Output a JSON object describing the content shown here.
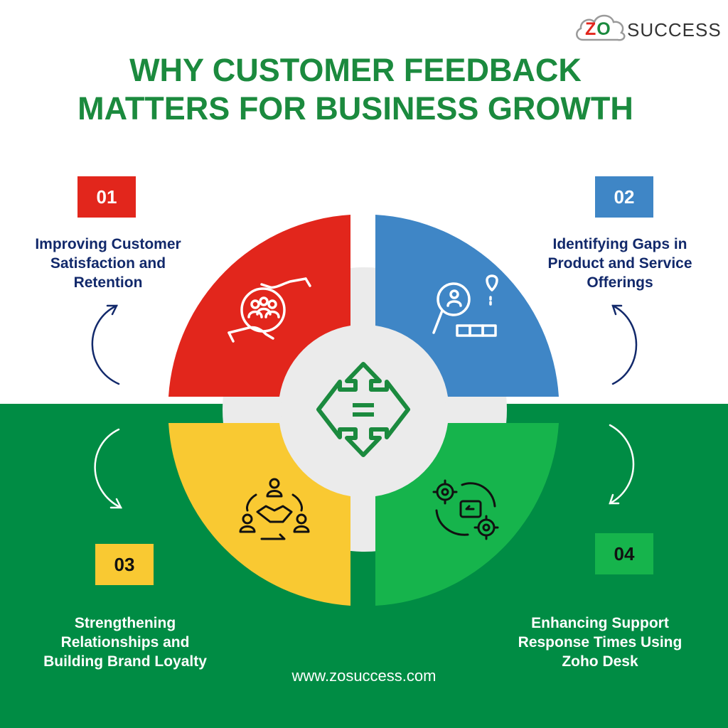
{
  "brand": {
    "logo_zo": "ZO",
    "logo_text": "SUCCESS"
  },
  "title": {
    "line1": "WHY CUSTOMER FEEDBACK",
    "line2": "MATTERS FOR BUSINESS GROWTH"
  },
  "items": [
    {
      "number": "01",
      "label_lines": [
        "Improving Customer",
        "Satisfaction and",
        "Retention"
      ],
      "color": "#e2261c",
      "icon": "customers-hands-cycle-icon"
    },
    {
      "number": "02",
      "label_lines": [
        "Identifying Gaps in",
        "Product and Service",
        "Offerings"
      ],
      "color": "#3f86c6",
      "icon": "magnifier-location-icon"
    },
    {
      "number": "03",
      "label_lines": [
        "Strengthening",
        "Relationships and",
        "Building Brand Loyalty"
      ],
      "color": "#f9c932",
      "icon": "handshake-people-icon"
    },
    {
      "number": "04",
      "label_lines": [
        "Enhancing Support",
        "Response Times Using",
        "Zoho Desk"
      ],
      "color": "#16b44c",
      "icon": "gears-chat-icon"
    }
  ],
  "center_icon": "four-way-arrows-icon",
  "footer": {
    "url": "www.zosuccess.com"
  },
  "colors": {
    "green_bg": "#008c44",
    "title": "#1b8a3e",
    "navy": "#12296b",
    "ring": "#ebebeb"
  }
}
